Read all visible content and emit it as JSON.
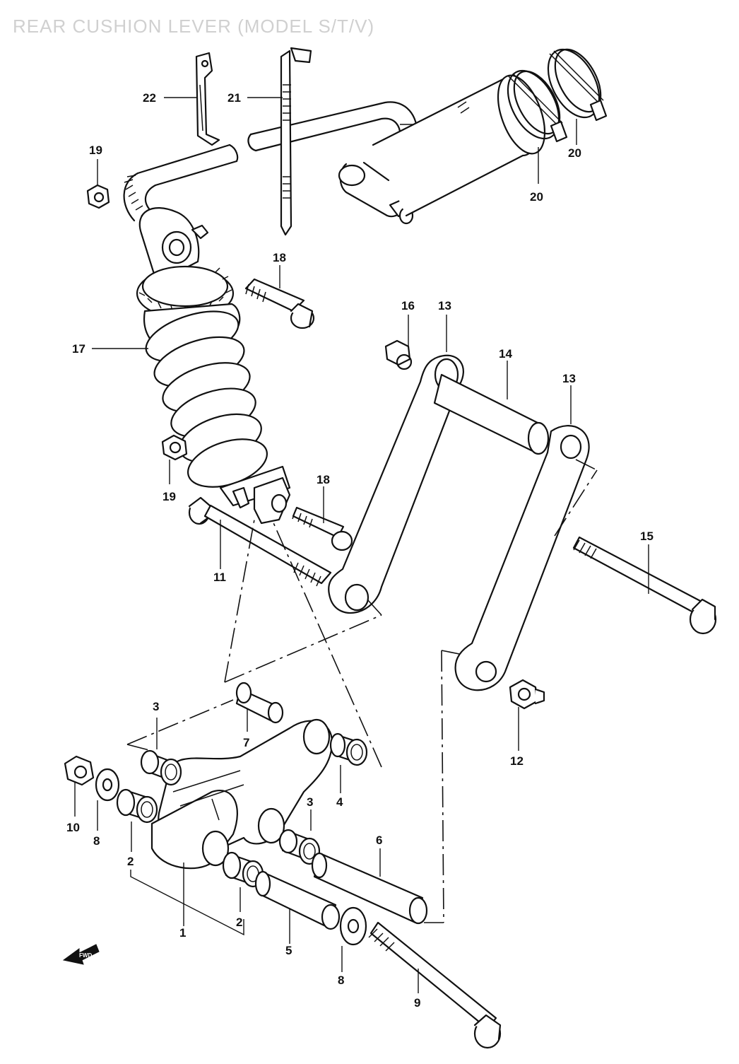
{
  "diagram": {
    "title": "REAR CUSHION LEVER (MODEL S/T/V)",
    "front_arrow_label": "FWD",
    "callouts": {
      "c1": "1",
      "c2a": "2",
      "c2b": "2",
      "c3a": "3",
      "c3b": "3",
      "c4": "4",
      "c5": "5",
      "c6": "6",
      "c7": "7",
      "c8a": "8",
      "c8b": "8",
      "c9": "9",
      "c10": "10",
      "c11": "11",
      "c12": "12",
      "c13a": "13",
      "c13b": "13",
      "c14": "14",
      "c15": "15",
      "c16": "16",
      "c17": "17",
      "c18a": "18",
      "c18b": "18",
      "c19a": "19",
      "c19b": "19",
      "c20a": "20",
      "c20b": "20",
      "c21": "21",
      "c22": "22"
    }
  }
}
